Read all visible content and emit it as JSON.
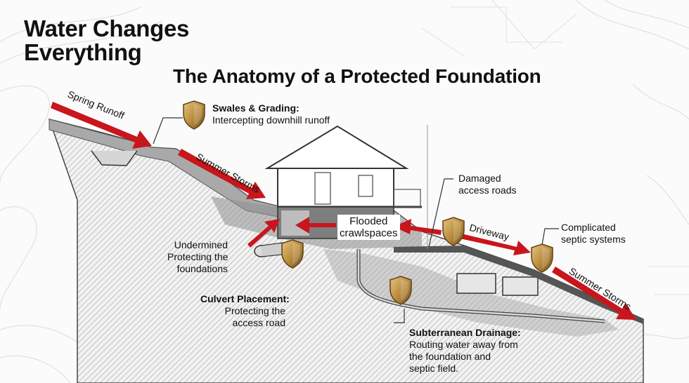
{
  "title_line1": "Water Changes",
  "title_line2": "Everything",
  "subtitle": "The Anatomy of a Protected Foundation",
  "arrows": {
    "spring_runoff": "Spring Runoff",
    "summer_storms_left": "Summer Storms",
    "driveway": "Driveway",
    "summer_storms_right": "Summer Storms"
  },
  "callouts": {
    "swales": {
      "heading": "Swales & Grading:",
      "text": "Intercepting downhill runoff"
    },
    "damaged_roads": {
      "line1": "Damaged",
      "line2": "access roads"
    },
    "flooded": {
      "line1": "Flooded",
      "line2": "crawlspaces"
    },
    "septic": {
      "line1": "Complicated",
      "line2": "septic systems"
    },
    "undermined": {
      "line1": "Undermined",
      "line2": "Protecting the",
      "line3": "foundations"
    },
    "culvert": {
      "heading": "Culvert Placement:",
      "line1": "Protecting the",
      "line2": "access road"
    },
    "subterranean": {
      "heading": "Subterranean Drainage:",
      "line1": "Routing water away from",
      "line2": "the foundation and",
      "line3": "septic field."
    }
  },
  "colors": {
    "arrow_red": "#c8161c",
    "shield_gold": "#b8893a",
    "shield_dark": "#6e4e1c",
    "ground_gray": "#9a9a9a"
  },
  "icons": [
    "shield-icon"
  ]
}
